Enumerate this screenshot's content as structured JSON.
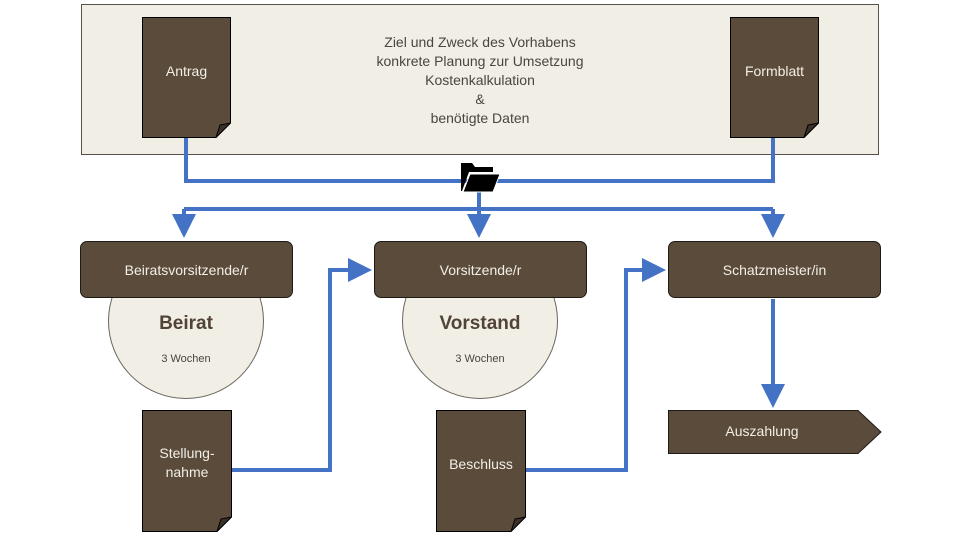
{
  "colors": {
    "dark_brown": "#5a4b3b",
    "panel_beige": "#f1eee5",
    "connector_blue": "#4472c4",
    "label_light": "#f3efe6"
  },
  "header_panel": {
    "lines": [
      "Ziel und Zweck des Vorhabens",
      "konkrete Planung zur Umsetzung",
      "Kostenkalkulation",
      "&",
      "benötigte Daten"
    ]
  },
  "documents": {
    "antrag": "Antrag",
    "formblatt": "Formblatt",
    "stellungnahme_line1": "Stellung-",
    "stellungnahme_line2": "nahme",
    "beschluss": "Beschluss"
  },
  "roles": {
    "beiratsvorsitzende": "Beiratsvorsitzende/r",
    "vorsitzende": "Vorsitzende/r",
    "schatzmeister": "Schatzmeister/in"
  },
  "bodies": {
    "beirat": {
      "title": "Beirat",
      "duration": "3 Wochen"
    },
    "vorstand": {
      "title": "Vorstand",
      "duration": "3 Wochen"
    }
  },
  "outcome": {
    "auszahlung": "Auszahlung"
  },
  "icons": {
    "folder": "open-folder-icon"
  }
}
